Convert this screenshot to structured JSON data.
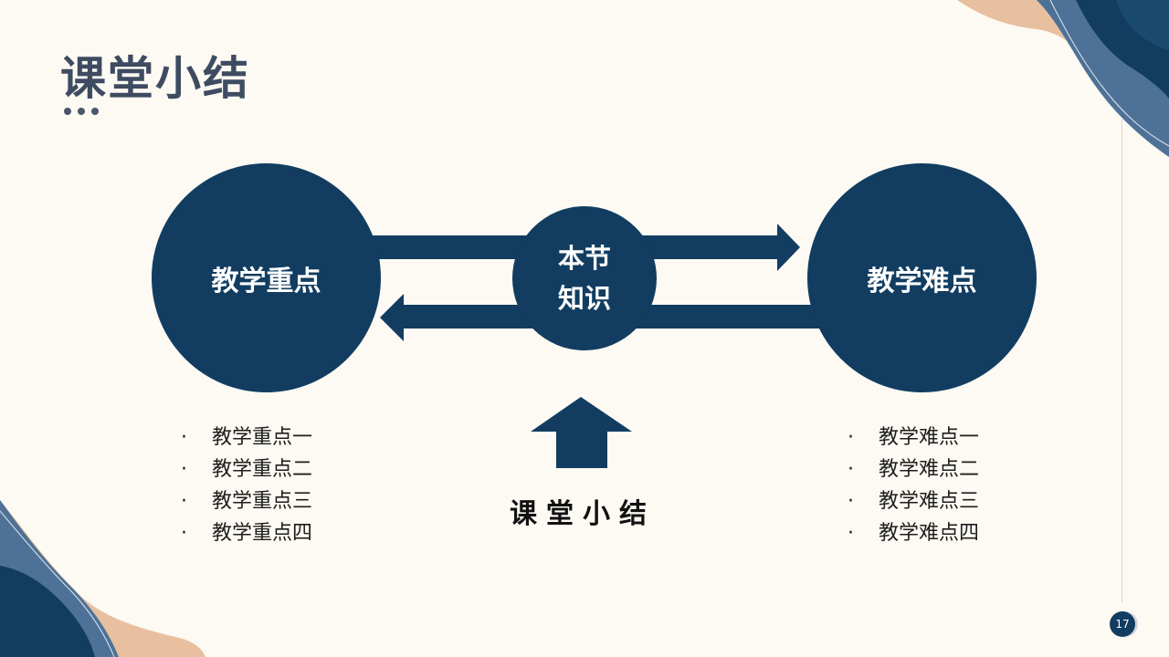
{
  "slide": {
    "title": "课堂小结",
    "page_number": "17"
  },
  "diagram": {
    "left_circle": "教学重点",
    "right_circle": "教学难点",
    "center_line1": "本节",
    "center_line2": "知识",
    "bottom_caption": "课堂小结",
    "left_list": [
      "教学重点一",
      "教学重点二",
      "教学重点三",
      "教学重点四"
    ],
    "right_list": [
      "教学难点一",
      "教学难点二",
      "教学难点三",
      "教学难点四"
    ],
    "bullet": "·"
  },
  "colors": {
    "background": "#fcfaf3",
    "navy": "#123d61",
    "steel_blue": "#4e7297",
    "peach": "#e8c09f",
    "title_gray": "#3e4b61"
  }
}
